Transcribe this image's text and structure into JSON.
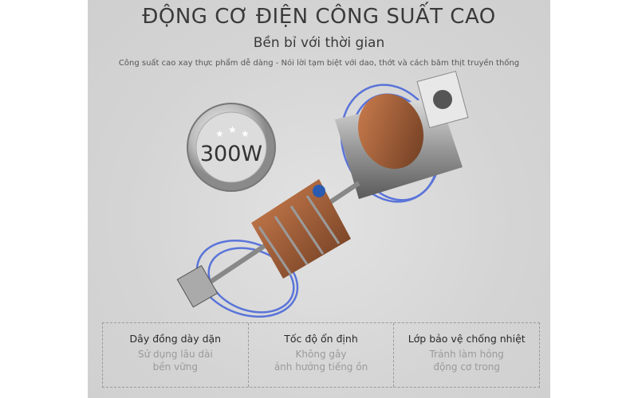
{
  "header": {
    "title": "ĐỘNG CƠ ĐIỆN CÔNG SUẤT CAO",
    "subtitle": "Bền bỉ với thời gian",
    "description": "Công suất cao xay thực phẩm dễ dàng - Nói lời tạm biệt với dao, thớt và cách băm thịt truyền thống"
  },
  "badge": {
    "power": "300W",
    "stars": 3,
    "icon": "star-icon"
  },
  "features": [
    {
      "title": "Dây đồng dày dặn",
      "line1": "Sử dụng lâu dài",
      "line2": "bền vững"
    },
    {
      "title": "Tốc độ ổn định",
      "line1": "Không gây",
      "line2": "ảnh hưởng tiếng ồn"
    },
    {
      "title": "Lớp bảo vệ chống nhiệt",
      "line1": "Tránh làm hỏng",
      "line2": "động cơ trong"
    }
  ],
  "colors": {
    "background": "#d6d6d6",
    "text": "#3a3a3a",
    "accent_blue": "#3a5bd9",
    "copper": "#b0603a"
  }
}
